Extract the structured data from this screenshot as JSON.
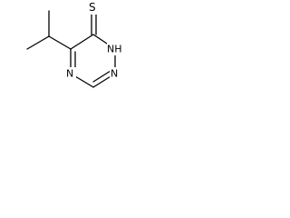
{
  "structure": {
    "atoms": {
      "thione_s": "S",
      "nh": "NH",
      "ring_n_right": "N",
      "ring_n_bottom": "N"
    }
  }
}
